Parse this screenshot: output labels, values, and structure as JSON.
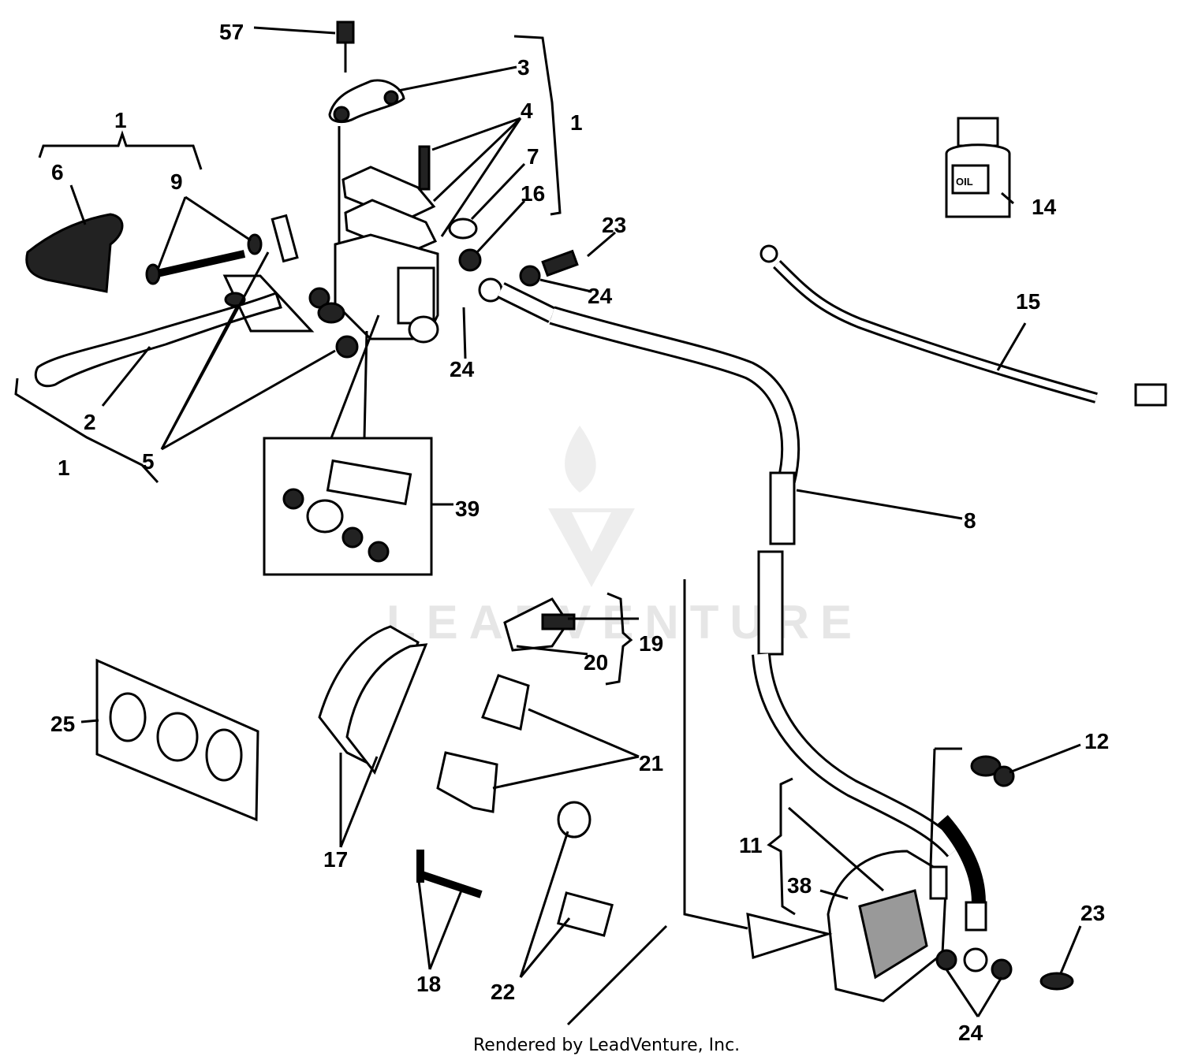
{
  "callouts": {
    "c57": "57",
    "c3": "3",
    "c4": "4",
    "c1_master": "1",
    "c7": "7",
    "c16": "16",
    "c1_lever_top": "1",
    "c6": "6",
    "c9": "9",
    "c23_top": "23",
    "c24_top_right": "24",
    "c24_top_mid": "24",
    "c14": "14",
    "c15": "15",
    "c2": "2",
    "c1_lever_bottom": "1",
    "c5": "5",
    "c39": "39",
    "c8": "8",
    "c19": "19",
    "c20": "20",
    "c25": "25",
    "c21": "21",
    "c17": "17",
    "c12": "12",
    "c11": "11",
    "c38": "38",
    "c18": "18",
    "c22": "22",
    "c23_bottom": "23",
    "c24_bottom": "24"
  },
  "bottle_label": "OIL",
  "watermark": "LEADVENTURE",
  "footer": "Rendered by LeadVenture, Inc."
}
